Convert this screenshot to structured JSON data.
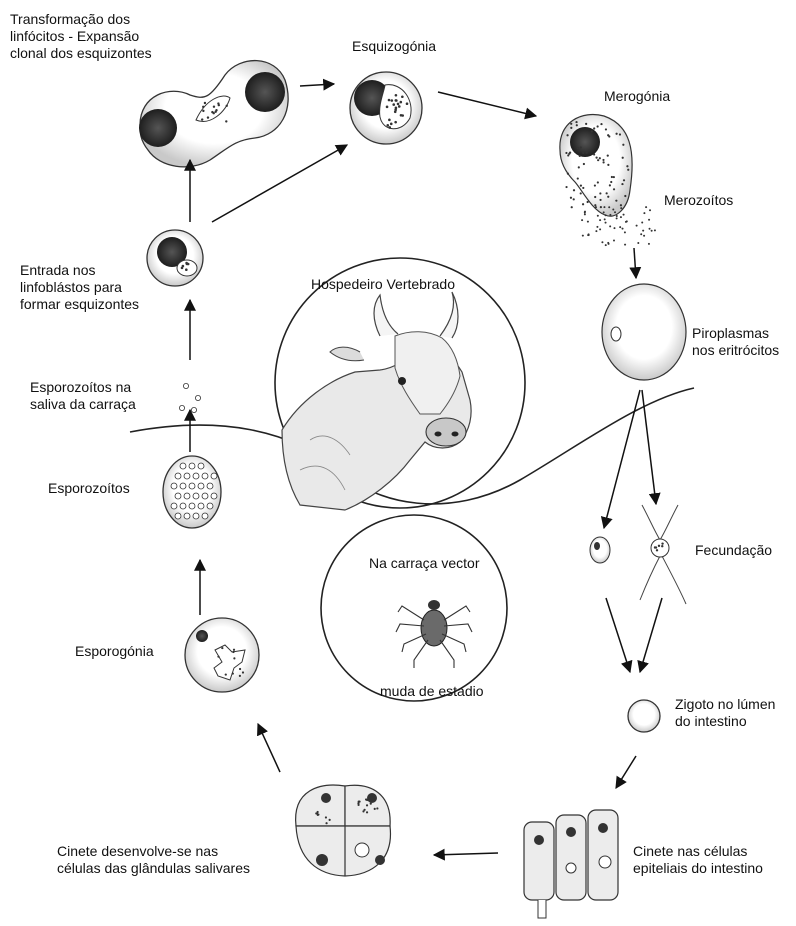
{
  "labels": {
    "transformacao": "Transformação dos\nlinfócitos - Expansão\nclonal dos esquizontes",
    "esquizogonia": "Esquizogónia",
    "merogonia": "Merogónia",
    "merozoitos": "Merozoítos",
    "entrada": "Entrada nos\nlinfoblástos para\nformar esquizontes",
    "hospedeiro": "Hospedeiro Vertebrado",
    "piroplasmas": "Piroplasmas\nnos eritrócitos",
    "esporozoitos_saliva": "Esporozoítos na\nsaliva da carraça",
    "esporozoitos": "Esporozoítos",
    "fecundacao": "Fecundação",
    "carraca": "Na carraça  vector",
    "esporogonia": "Esporogónia",
    "muda": "muda de estadio",
    "zigoto": "Zigoto no lúmen\ndo intestino",
    "cinete_glandulas": "Cinete desenvolve-se nas\ncélulas das glândulas salivares",
    "cinete_celulas": "Cinete nas células\nepiteliais do intestino"
  },
  "icons": {
    "cow": "cow-head-illustration",
    "tick": "tick-illustration"
  },
  "colors": {
    "ink": "#222222",
    "shade": "#9a9a9a",
    "nucleus": "#2e2e2e"
  }
}
